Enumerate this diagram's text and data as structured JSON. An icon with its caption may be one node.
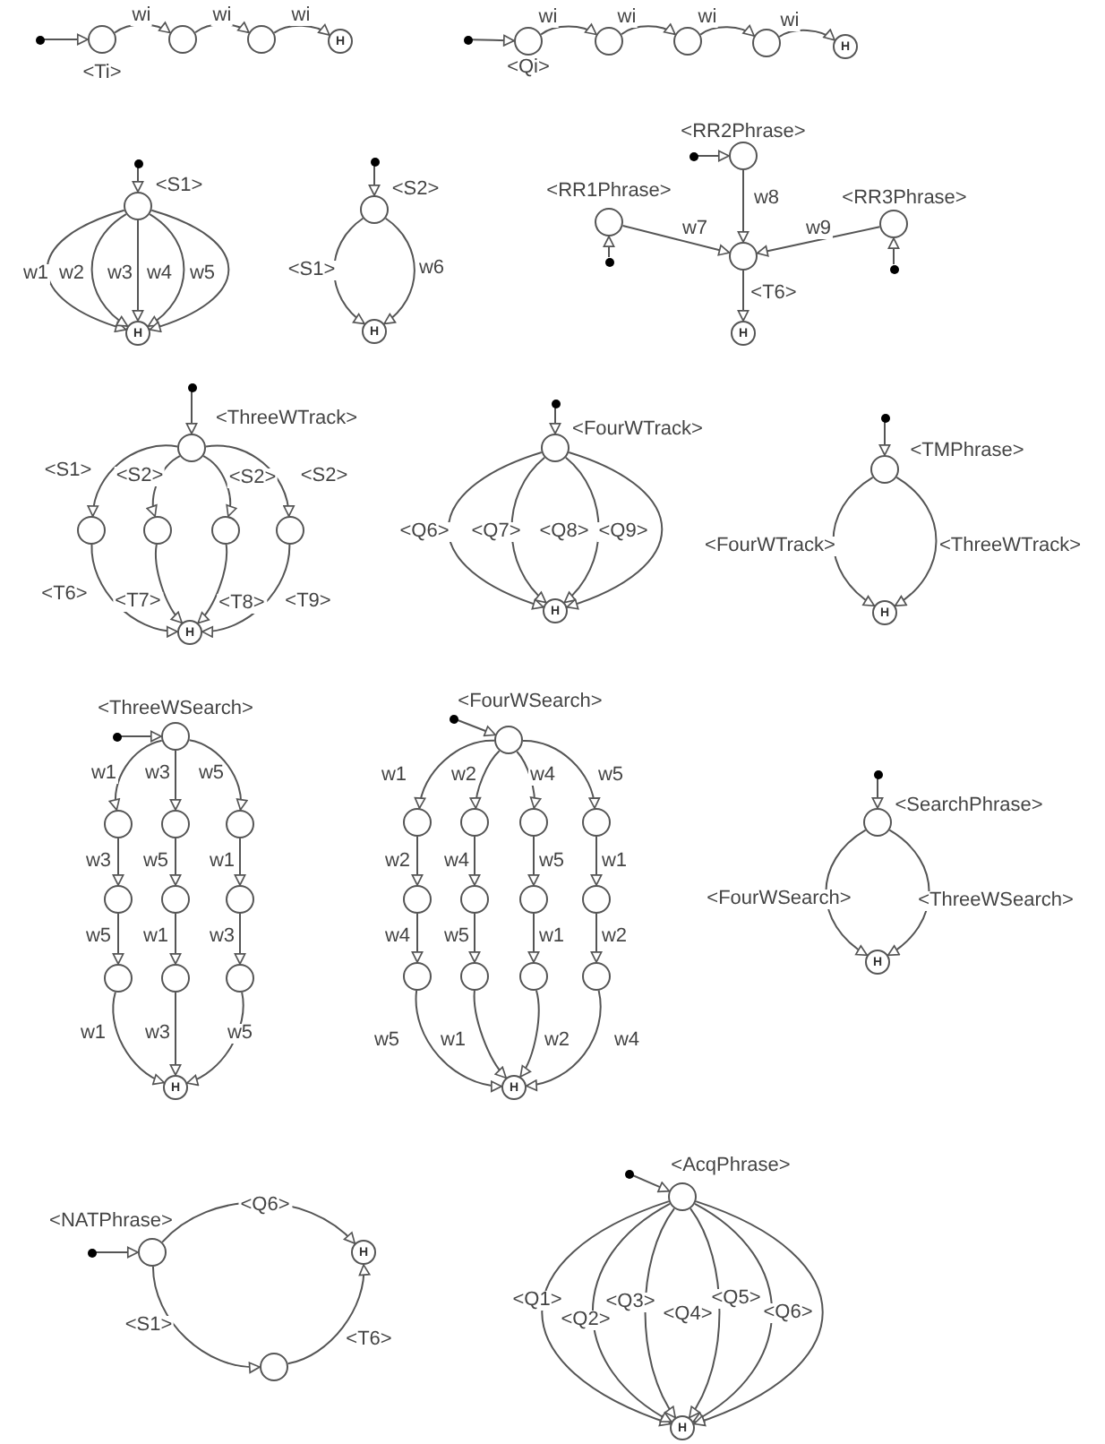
{
  "diagram": {
    "nodes": [
      {
        "text": [],
        "shape": "dot"
      },
      {
        "text": [],
        "shape": "circle",
        "beside": [
          "<Ti>"
        ]
      },
      {
        "text": [],
        "shape": "circle"
      },
      {
        "text": [],
        "shape": "circle"
      },
      {
        "text": [
          "H"
        ]
      },
      {
        "text": [],
        "shape": "dot"
      },
      {
        "text": [],
        "shape": "circle",
        "beside": [
          "<Qi>"
        ]
      },
      {
        "text": [],
        "shape": "circle"
      },
      {
        "text": [],
        "shape": "circle"
      },
      {
        "text": [],
        "shape": "circle"
      },
      {
        "text": [
          "H"
        ]
      },
      {
        "text": [],
        "shape": "dot"
      },
      {
        "text": [],
        "shape": "circle",
        "beside": [
          "<S1>"
        ]
      },
      {
        "text": [
          "H"
        ]
      },
      {
        "text": [],
        "shape": "dot"
      },
      {
        "text": [],
        "shape": "circle",
        "beside": [
          "<S2>"
        ]
      },
      {
        "text": [
          "H"
        ]
      },
      {
        "text": [],
        "shape": "dot"
      },
      {
        "text": [],
        "shape": "circle",
        "beside": [
          "<RR2Phrase>"
        ]
      },
      {
        "text": [],
        "shape": "circle",
        "beside": [
          "<RR1Phrase>"
        ]
      },
      {
        "text": [],
        "shape": "circle",
        "beside": [
          "<RR3Phrase>"
        ]
      },
      {
        "text": [],
        "shape": "circle"
      },
      {
        "text": [],
        "shape": "dot"
      },
      {
        "text": [],
        "shape": "dot"
      },
      {
        "text": [
          "H"
        ]
      },
      {
        "text": [],
        "shape": "dot"
      },
      {
        "text": [],
        "shape": "circle",
        "beside": [
          "<ThreeWTrack>"
        ]
      },
      {
        "text": [],
        "shape": "circle"
      },
      {
        "text": [],
        "shape": "circle"
      },
      {
        "text": [],
        "shape": "circle"
      },
      {
        "text": [],
        "shape": "circle"
      },
      {
        "text": [
          "H"
        ]
      },
      {
        "text": [],
        "shape": "dot"
      },
      {
        "text": [],
        "shape": "circle",
        "beside": [
          "<FourWTrack>"
        ]
      },
      {
        "text": [
          "H"
        ]
      },
      {
        "text": [],
        "shape": "dot"
      },
      {
        "text": [],
        "shape": "circle",
        "beside": [
          "<TMPhrase>"
        ]
      },
      {
        "text": [
          "H"
        ]
      },
      {
        "text": [],
        "shape": "dot"
      },
      {
        "text": [],
        "shape": "circle",
        "beside": [
          "<ThreeWSearch>"
        ]
      },
      {
        "text": [],
        "shape": "circle"
      },
      {
        "text": [],
        "shape": "circle"
      },
      {
        "text": [],
        "shape": "circle"
      },
      {
        "text": [],
        "shape": "circle"
      },
      {
        "text": [],
        "shape": "circle"
      },
      {
        "text": [],
        "shape": "circle"
      },
      {
        "text": [],
        "shape": "circle"
      },
      {
        "text": [],
        "shape": "circle"
      },
      {
        "text": [],
        "shape": "circle"
      },
      {
        "text": [
          "H"
        ]
      },
      {
        "text": [],
        "shape": "dot"
      },
      {
        "text": [],
        "shape": "circle",
        "beside": [
          "<FourWSearch>"
        ]
      },
      {
        "text": [],
        "shape": "circle"
      },
      {
        "text": [],
        "shape": "circle"
      },
      {
        "text": [],
        "shape": "circle"
      },
      {
        "text": [],
        "shape": "circle"
      },
      {
        "text": [],
        "shape": "circle"
      },
      {
        "text": [],
        "shape": "circle"
      },
      {
        "text": [],
        "shape": "circle"
      },
      {
        "text": [],
        "shape": "circle"
      },
      {
        "text": [],
        "shape": "circle"
      },
      {
        "text": [],
        "shape": "circle"
      },
      {
        "text": [],
        "shape": "circle"
      },
      {
        "text": [],
        "shape": "circle"
      },
      {
        "text": [
          "H"
        ]
      },
      {
        "text": [],
        "shape": "dot"
      },
      {
        "text": [],
        "shape": "circle",
        "beside": [
          "<SearchPhrase>"
        ]
      },
      {
        "text": [
          "H"
        ]
      },
      {
        "text": [],
        "shape": "dot"
      },
      {
        "text": [],
        "shape": "circle",
        "beside": [
          "<NATPhrase>"
        ]
      },
      {
        "text": [
          "H"
        ]
      },
      {
        "text": [],
        "shape": "circle"
      },
      {
        "text": [],
        "shape": "dot"
      },
      {
        "text": [],
        "shape": "circle",
        "beside": [
          "<AcqPhrase>"
        ]
      },
      {
        "text": [
          "H"
        ]
      }
    ],
    "edges": [
      {
        "from": 0,
        "to": 1,
        "arrow": "to"
      },
      {
        "from": 1,
        "to": 2,
        "arrow": "to",
        "label": "wi"
      },
      {
        "from": 2,
        "to": 3,
        "arrow": "to",
        "label": "wi"
      },
      {
        "from": 3,
        "to": 4,
        "arrow": "to",
        "label": "wi"
      },
      {
        "from": 5,
        "to": 6,
        "arrow": "to"
      },
      {
        "from": 6,
        "to": 7,
        "arrow": "to",
        "label": "wi"
      },
      {
        "from": 7,
        "to": 8,
        "arrow": "to",
        "label": "wi"
      },
      {
        "from": 8,
        "to": 9,
        "arrow": "to",
        "label": "wi"
      },
      {
        "from": 9,
        "to": 10,
        "arrow": "to",
        "label": "wi"
      },
      {
        "from": 11,
        "to": 12,
        "arrow": "to"
      },
      {
        "from": 12,
        "to": 13,
        "arrow": "to",
        "label": "w1"
      },
      {
        "from": 12,
        "to": 13,
        "arrow": "to",
        "label": "w2"
      },
      {
        "from": 12,
        "to": 13,
        "arrow": "to",
        "label": "w3"
      },
      {
        "from": 12,
        "to": 13,
        "arrow": "to",
        "label": "w4"
      },
      {
        "from": 12,
        "to": 13,
        "arrow": "to",
        "label": "w5"
      },
      {
        "from": 14,
        "to": 15,
        "arrow": "to"
      },
      {
        "from": 15,
        "to": 16,
        "arrow": "to",
        "label": "<S1>"
      },
      {
        "from": 15,
        "to": 16,
        "arrow": "to",
        "label": "w6"
      },
      {
        "from": 17,
        "to": 18,
        "arrow": "to"
      },
      {
        "from": 22,
        "to": 19,
        "arrow": "to"
      },
      {
        "from": 23,
        "to": 20,
        "arrow": "to"
      },
      {
        "from": 18,
        "to": 21,
        "arrow": "to",
        "label": "w8"
      },
      {
        "from": 19,
        "to": 21,
        "arrow": "to",
        "label": "w7"
      },
      {
        "from": 20,
        "to": 21,
        "arrow": "to",
        "label": "w9"
      },
      {
        "from": 21,
        "to": 24,
        "arrow": "to",
        "label": "<T6>"
      },
      {
        "from": 25,
        "to": 26,
        "arrow": "to"
      },
      {
        "from": 26,
        "to": 27,
        "arrow": "to",
        "label": "<S1>"
      },
      {
        "from": 26,
        "to": 28,
        "arrow": "to",
        "label": "<S2>"
      },
      {
        "from": 26,
        "to": 29,
        "arrow": "to",
        "label": "<S2>"
      },
      {
        "from": 26,
        "to": 30,
        "arrow": "to",
        "label": "<S2>"
      },
      {
        "from": 27,
        "to": 31,
        "arrow": "to",
        "label": "<T6>"
      },
      {
        "from": 28,
        "to": 31,
        "arrow": "to",
        "label": "<T7>"
      },
      {
        "from": 29,
        "to": 31,
        "arrow": "to",
        "label": "<T8>"
      },
      {
        "from": 30,
        "to": 31,
        "arrow": "to",
        "label": "<T9>"
      },
      {
        "from": 32,
        "to": 33,
        "arrow": "to"
      },
      {
        "from": 33,
        "to": 34,
        "arrow": "to",
        "label": "<Q6>"
      },
      {
        "from": 33,
        "to": 34,
        "arrow": "to",
        "label": "<Q7>"
      },
      {
        "from": 33,
        "to": 34,
        "arrow": "to",
        "label": "<Q8>"
      },
      {
        "from": 33,
        "to": 34,
        "arrow": "to",
        "label": "<Q9>"
      },
      {
        "from": 35,
        "to": 36,
        "arrow": "to"
      },
      {
        "from": 36,
        "to": 37,
        "arrow": "to",
        "label": "<FourWTrack>"
      },
      {
        "from": 36,
        "to": 37,
        "arrow": "to",
        "label": "<ThreeWTrack>"
      },
      {
        "from": 38,
        "to": 39,
        "arrow": "to"
      },
      {
        "from": 39,
        "to": 40,
        "arrow": "to",
        "label": "w1"
      },
      {
        "from": 39,
        "to": 41,
        "arrow": "to",
        "label": "w3"
      },
      {
        "from": 39,
        "to": 42,
        "arrow": "to",
        "label": "w5"
      },
      {
        "from": 40,
        "to": 43,
        "arrow": "to",
        "label": "w3"
      },
      {
        "from": 43,
        "to": 46,
        "arrow": "to",
        "label": "w5"
      },
      {
        "from": 46,
        "to": 49,
        "arrow": "to",
        "label": "w1"
      },
      {
        "from": 41,
        "to": 44,
        "arrow": "to",
        "label": "w5"
      },
      {
        "from": 44,
        "to": 47,
        "arrow": "to",
        "label": "w1"
      },
      {
        "from": 47,
        "to": 49,
        "arrow": "to",
        "label": "w3"
      },
      {
        "from": 42,
        "to": 45,
        "arrow": "to",
        "label": "w1"
      },
      {
        "from": 45,
        "to": 48,
        "arrow": "to",
        "label": "w3"
      },
      {
        "from": 48,
        "to": 49,
        "arrow": "to",
        "label": "w5"
      },
      {
        "from": 50,
        "to": 51,
        "arrow": "to"
      },
      {
        "from": 51,
        "to": 52,
        "arrow": "to",
        "label": "w1"
      },
      {
        "from": 51,
        "to": 53,
        "arrow": "to",
        "label": "w2"
      },
      {
        "from": 51,
        "to": 54,
        "arrow": "to",
        "label": "w4"
      },
      {
        "from": 51,
        "to": 55,
        "arrow": "to",
        "label": "w5"
      },
      {
        "from": 52,
        "to": 56,
        "arrow": "to",
        "label": "w2"
      },
      {
        "from": 56,
        "to": 60,
        "arrow": "to",
        "label": "w4"
      },
      {
        "from": 60,
        "to": 64,
        "arrow": "to",
        "label": "w5"
      },
      {
        "from": 53,
        "to": 57,
        "arrow": "to",
        "label": "w4"
      },
      {
        "from": 57,
        "to": 61,
        "arrow": "to",
        "label": "w5"
      },
      {
        "from": 61,
        "to": 64,
        "arrow": "to",
        "label": "w1"
      },
      {
        "from": 54,
        "to": 58,
        "arrow": "to",
        "label": "w5"
      },
      {
        "from": 58,
        "to": 62,
        "arrow": "to",
        "label": "w1"
      },
      {
        "from": 62,
        "to": 64,
        "arrow": "to",
        "label": "w2"
      },
      {
        "from": 55,
        "to": 59,
        "arrow": "to",
        "label": "w1"
      },
      {
        "from": 59,
        "to": 63,
        "arrow": "to",
        "label": "w2"
      },
      {
        "from": 63,
        "to": 64,
        "arrow": "to",
        "label": "w4"
      },
      {
        "from": 65,
        "to": 66,
        "arrow": "to"
      },
      {
        "from": 66,
        "to": 67,
        "arrow": "to",
        "label": "<FourWSearch>"
      },
      {
        "from": 66,
        "to": 67,
        "arrow": "to",
        "label": "<ThreeWSearch>"
      },
      {
        "from": 68,
        "to": 69,
        "arrow": "to"
      },
      {
        "from": 69,
        "to": 70,
        "arrow": "to",
        "label": "<Q6>"
      },
      {
        "from": 69,
        "to": 71,
        "arrow": "to",
        "label": "<S1>"
      },
      {
        "from": 71,
        "to": 70,
        "arrow": "to",
        "label": "<T6>"
      },
      {
        "from": 72,
        "to": 73,
        "arrow": "to"
      },
      {
        "from": 73,
        "to": 74,
        "arrow": "to",
        "label": "<Q1>"
      },
      {
        "from": 73,
        "to": 74,
        "arrow": "to",
        "label": "<Q2>"
      },
      {
        "from": 73,
        "to": 74,
        "arrow": "to",
        "label": "<Q3>"
      },
      {
        "from": 73,
        "to": 74,
        "arrow": "to",
        "label": "<Q4>"
      },
      {
        "from": 73,
        "to": 74,
        "arrow": "to",
        "label": "<Q5>"
      },
      {
        "from": 73,
        "to": 74,
        "arrow": "to",
        "label": "<Q6>"
      }
    ]
  }
}
